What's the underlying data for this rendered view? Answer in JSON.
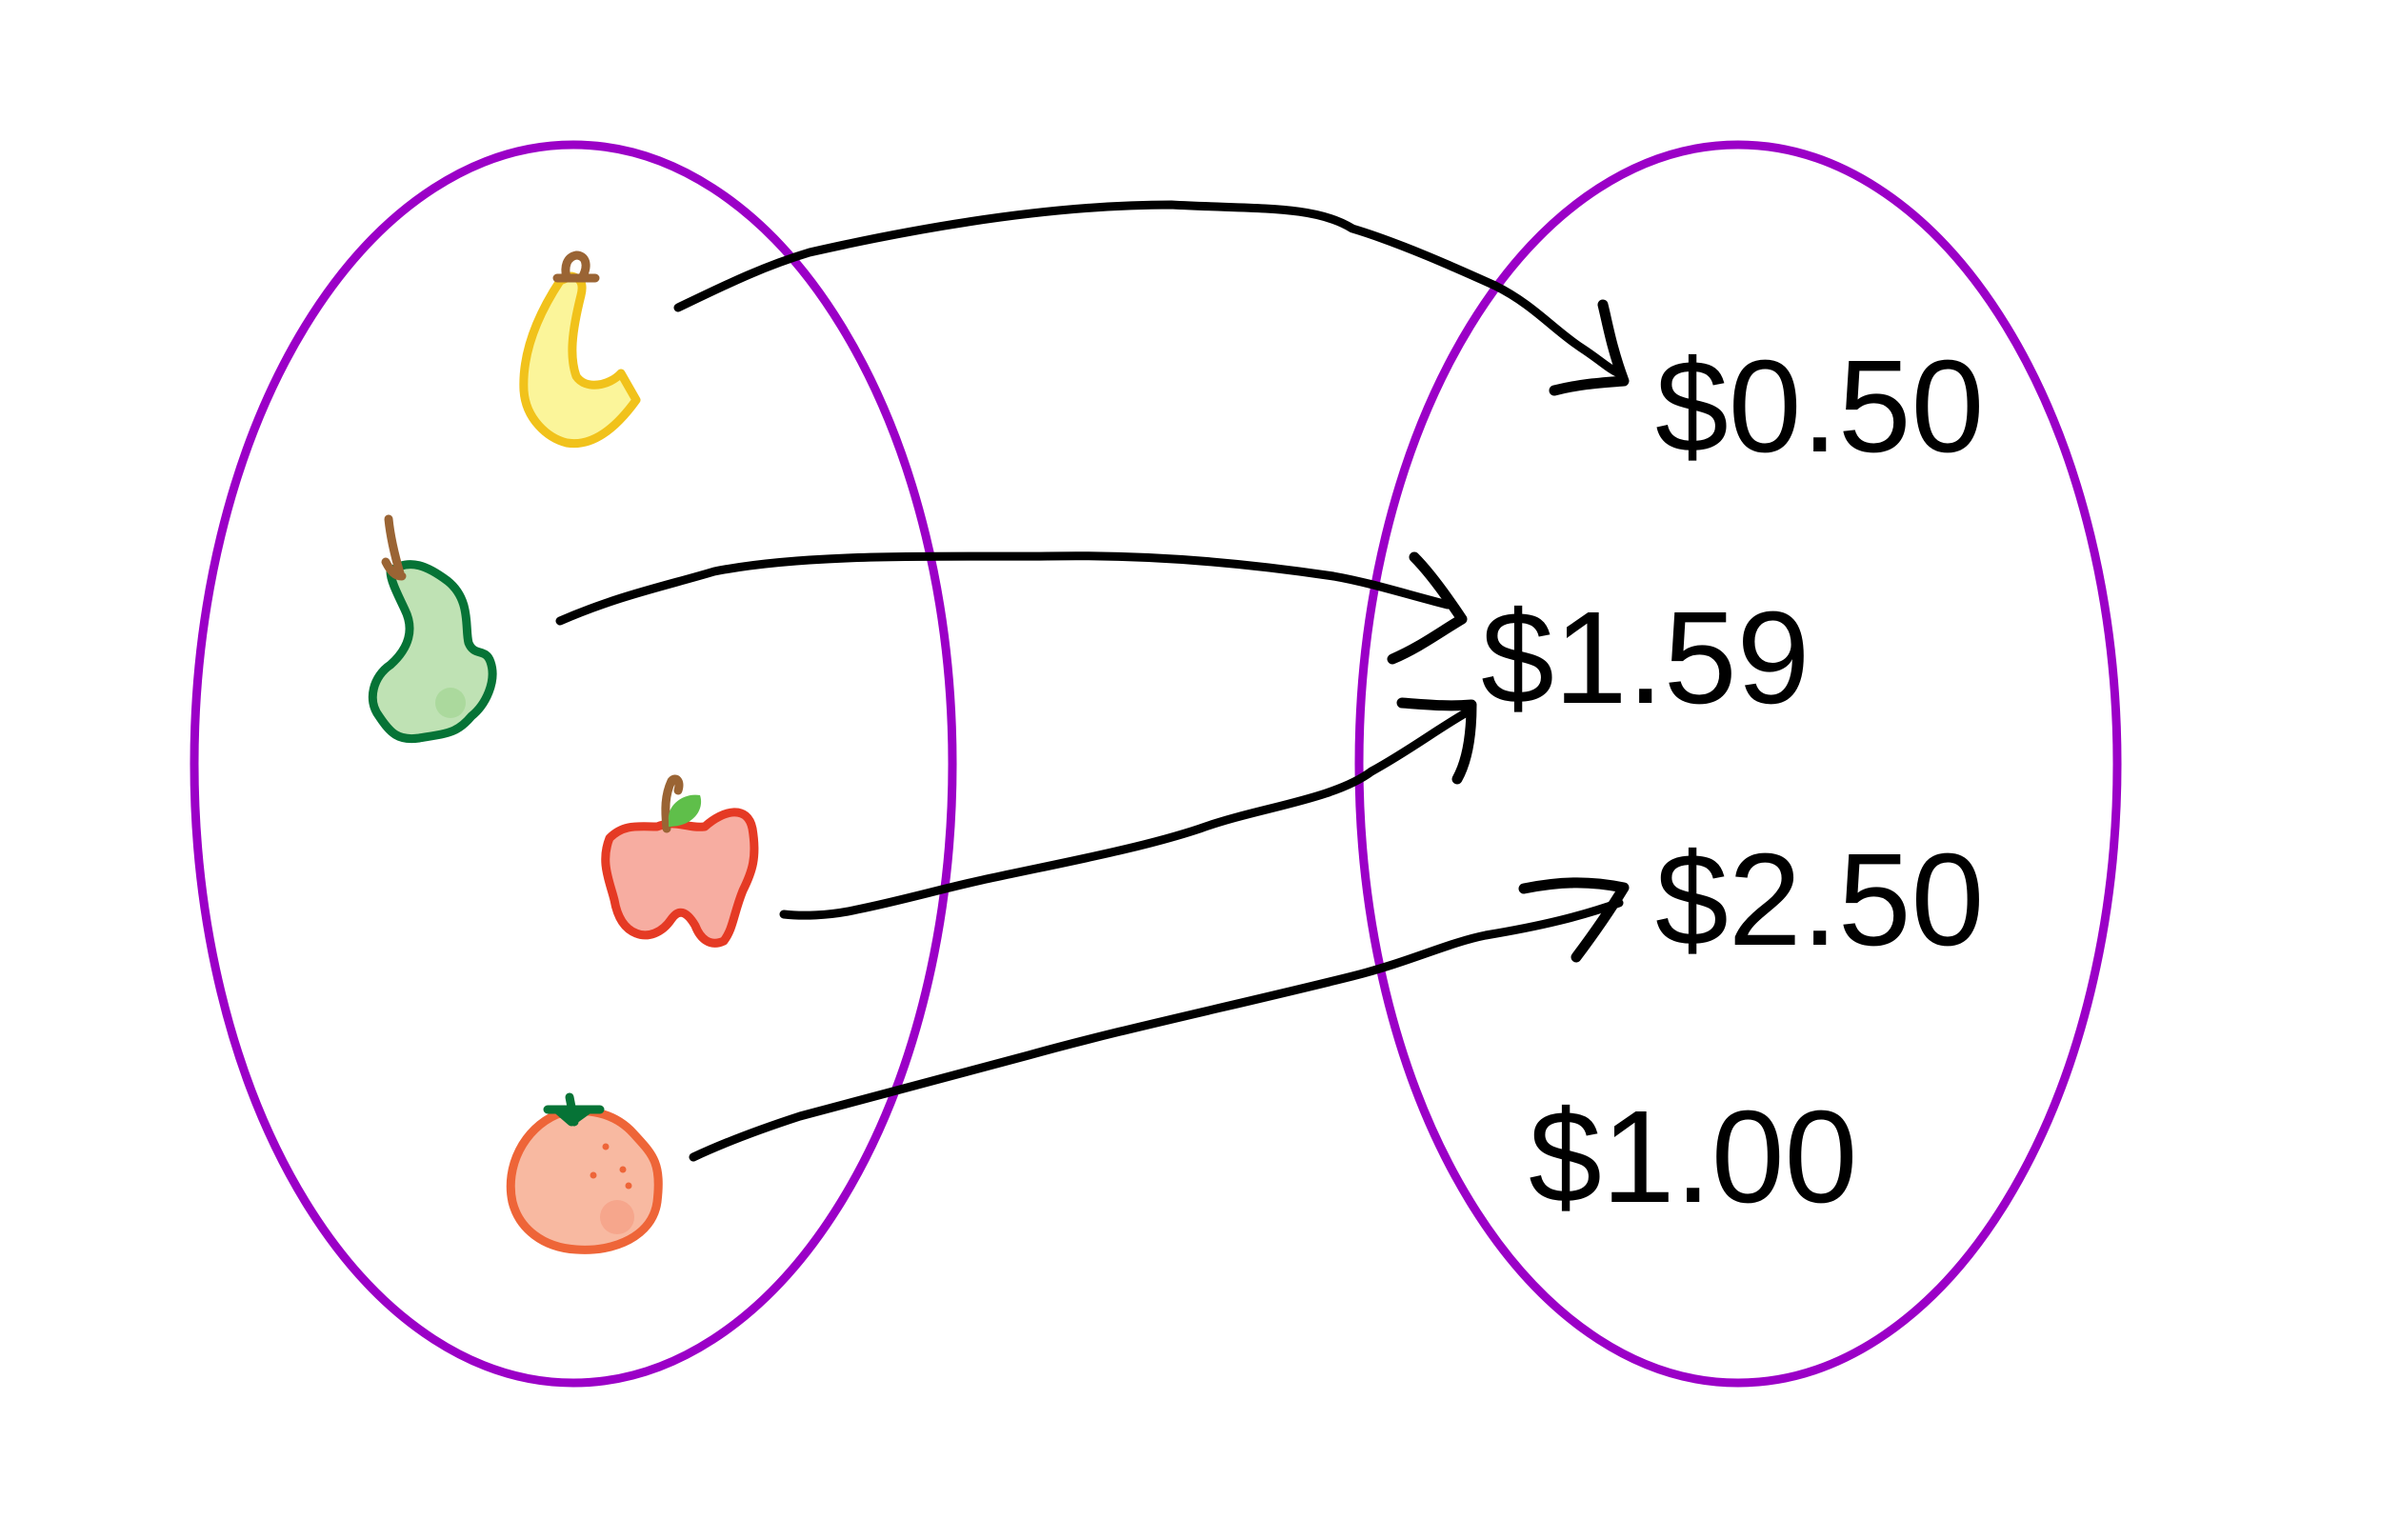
{
  "colors": {
    "set_outline": "#9b00c7",
    "arrow": "#000000",
    "banana_outline": "#f1c21b",
    "banana_fill": "#fbf59a",
    "stem_brown": "#9a6434",
    "pear_outline": "#067336",
    "pear_fill": "#bfe2b4",
    "apple_outline": "#e53a24",
    "apple_fill": "#f7ada1",
    "apple_leaf": "#5fbf4a",
    "orange_outline": "#ee6538",
    "orange_fill": "#f8b9a1",
    "orange_stem": "#067336"
  },
  "domain": {
    "items": [
      {
        "id": "banana",
        "icon": "banana-icon"
      },
      {
        "id": "pear",
        "icon": "pear-icon"
      },
      {
        "id": "apple",
        "icon": "apple-icon"
      },
      {
        "id": "orange",
        "icon": "orange-icon"
      }
    ]
  },
  "codomain": {
    "prices": [
      {
        "id": "p050",
        "label": "$0.50"
      },
      {
        "id": "p159",
        "label": "$1.59"
      },
      {
        "id": "p250",
        "label": "$2.50"
      },
      {
        "id": "p100",
        "label": "$1.00"
      }
    ]
  },
  "mapping": [
    {
      "from": "banana",
      "to": "$0.50"
    },
    {
      "from": "pear",
      "to": "$1.59"
    },
    {
      "from": "apple",
      "to": "$1.59"
    },
    {
      "from": "orange",
      "to": "$2.50"
    }
  ]
}
